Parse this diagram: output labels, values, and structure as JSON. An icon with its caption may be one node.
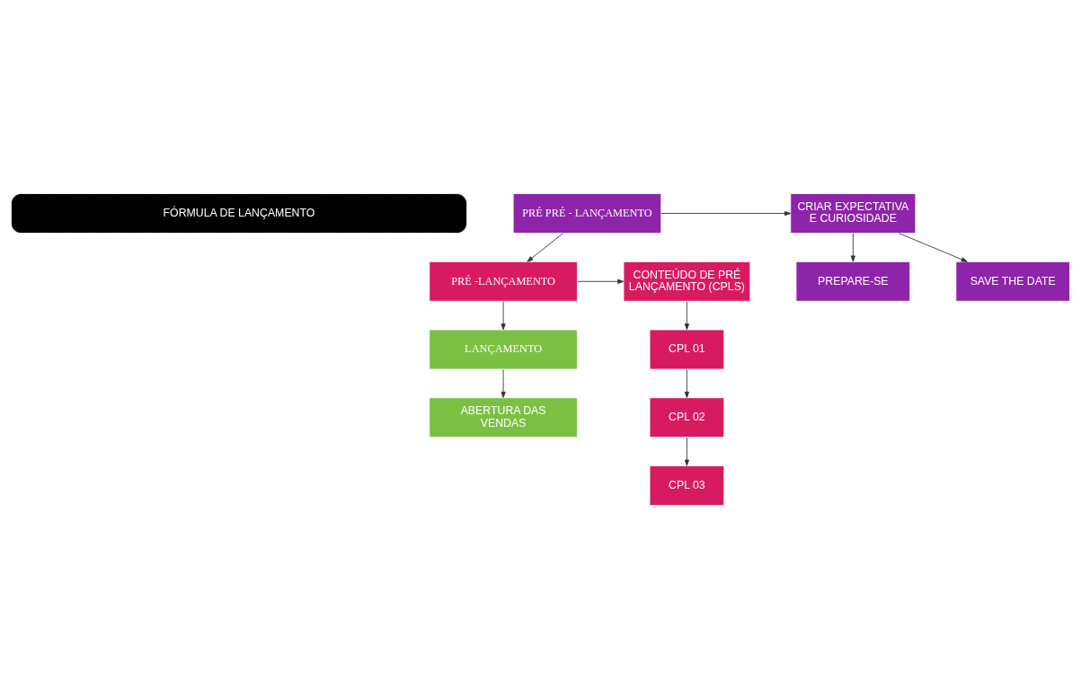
{
  "diagram": {
    "nodes": [
      {
        "text": [
          "FÓRMULA DE LANÇAMENTO"
        ]
      },
      {
        "text": [
          "PRÉ PRÉ - LANÇAMENTO"
        ]
      },
      {
        "text": [
          "CRIAR EXPECTATIVA E CURIOSIDADE"
        ]
      },
      {
        "text": [
          "PREPARE-SE"
        ]
      },
      {
        "text": [
          "SAVE THE DATE"
        ]
      },
      {
        "text": [
          "PRÉ -LANÇAMENTO"
        ]
      },
      {
        "text": [
          "CONTEÚDO DE PRÉ LANÇAMENTO (CPLS)"
        ]
      },
      {
        "text": [
          "LANÇAMENTO"
        ]
      },
      {
        "text": [
          "ABERTURA DAS VENDAS"
        ]
      },
      {
        "text": [
          "CPL 01"
        ]
      },
      {
        "text": [
          "CPL 02"
        ]
      },
      {
        "text": [
          "CPL 03"
        ]
      }
    ],
    "edges": [
      {
        "from": 1,
        "to": 2,
        "arrow": "to"
      },
      {
        "from": 2,
        "to": 3,
        "arrow": "to"
      },
      {
        "from": 2,
        "to": 4,
        "arrow": "to"
      },
      {
        "from": 1,
        "to": 5,
        "arrow": "to"
      },
      {
        "from": 5,
        "to": 6,
        "arrow": "to"
      },
      {
        "from": 5,
        "to": 7,
        "arrow": "to"
      },
      {
        "from": 7,
        "to": 8,
        "arrow": "to"
      },
      {
        "from": 6,
        "to": 9,
        "arrow": "to"
      },
      {
        "from": 9,
        "to": 10,
        "arrow": "to"
      },
      {
        "from": 10,
        "to": 11,
        "arrow": "to"
      }
    ]
  }
}
